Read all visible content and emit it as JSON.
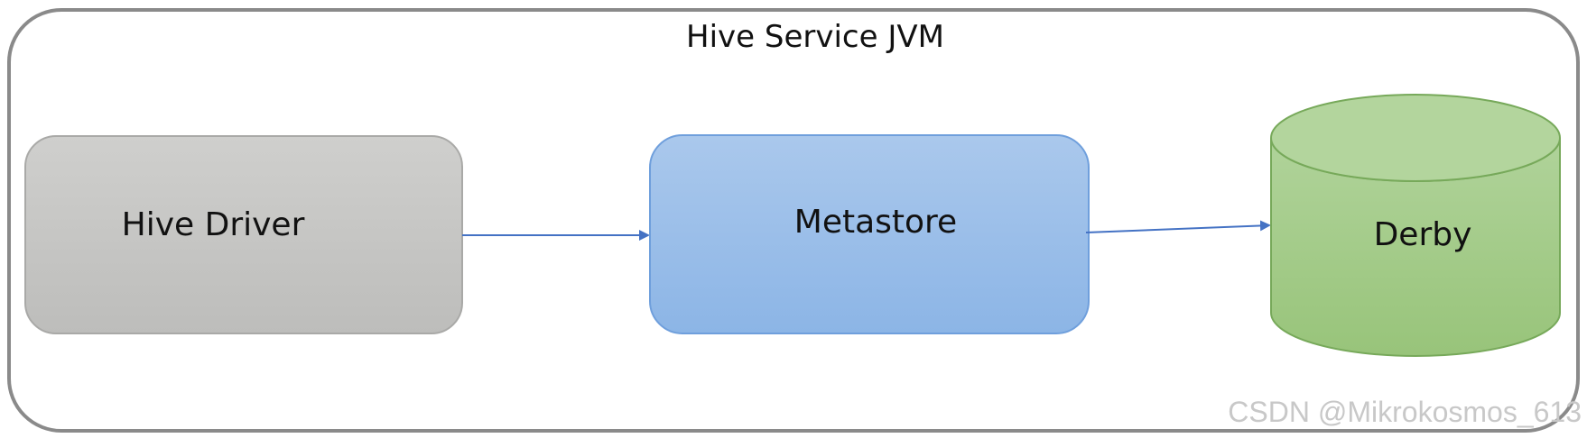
{
  "container": {
    "title": "Hive Service JVM"
  },
  "nodes": {
    "hive_driver": {
      "label": "Hive Driver"
    },
    "metastore": {
      "label": "Metastore"
    },
    "derby": {
      "label": "Derby"
    }
  },
  "edges": [
    {
      "from": "Hive Driver",
      "to": "Metastore"
    },
    {
      "from": "Metastore",
      "to": "Derby"
    }
  ],
  "colors": {
    "driver_fill": "#c4c4c2",
    "driver_stroke": "#a9a9a7",
    "metastore_fill": "#9dbde8",
    "metastore_stroke": "#6f9fdc",
    "derby_fill": "#a5cd8a",
    "derby_stroke": "#77a95a",
    "arrow": "#4472c4",
    "container_stroke": "#8a8a8a"
  },
  "watermark": "CSDN @Mikrokosmos_613"
}
